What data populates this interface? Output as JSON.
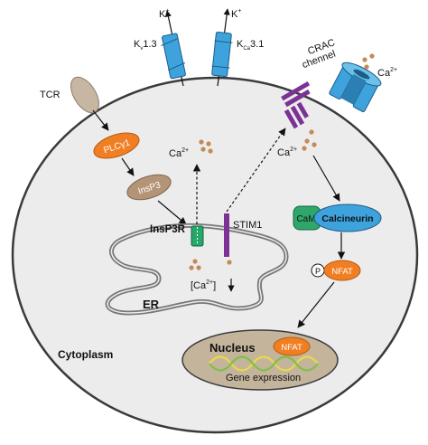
{
  "labels": {
    "k_top_left": "K",
    "k_top_right": "K",
    "kv13_k": "K",
    "kv13_sub": "v",
    "kv13_num": "1.3",
    "kca31_k": "K",
    "kca31_sub": "Ca",
    "kca31_num": "3.1",
    "crac_line1": "CRAC",
    "crac_line2": "chennel",
    "ca_top_right": "Ca",
    "tcr": "TCR",
    "plc": "PLCγ1",
    "insp3": "InsP3",
    "ca_center": "Ca",
    "ca_right": "Ca",
    "insp3r": "InsP3R",
    "stim1": "STIM1",
    "cam": "CaM",
    "calcineurin": "Calcineurin",
    "p": "P",
    "nfat_cyto": "NFAT",
    "ca_er": "[Ca",
    "er": "ER",
    "cytoplasm": "Cytoplasm",
    "nucleus": "Nucleus",
    "nfat_nuc": "NFAT",
    "gene_expression": "Gene expression"
  },
  "colors": {
    "cell_fill": "#ececec",
    "cell_stroke": "#3a3a3a",
    "channel_blue": "#3ea3dd",
    "plc_orange": "#f07f24",
    "insp3_brown": "#b49477",
    "tcr_fill": "#c6b6a2",
    "insp3r_green": "#26a86b",
    "stim_purple": "#7b3294",
    "cam_green": "#2fa76a",
    "calcineurin_blue": "#3ea3dd",
    "nucleus_fill": "#c4b49c",
    "nfat_orange": "#f07f24",
    "dna_yellow": "#e8d84a",
    "dna_green": "#7fbf4a",
    "ca_dot": "#c48a55"
  }
}
